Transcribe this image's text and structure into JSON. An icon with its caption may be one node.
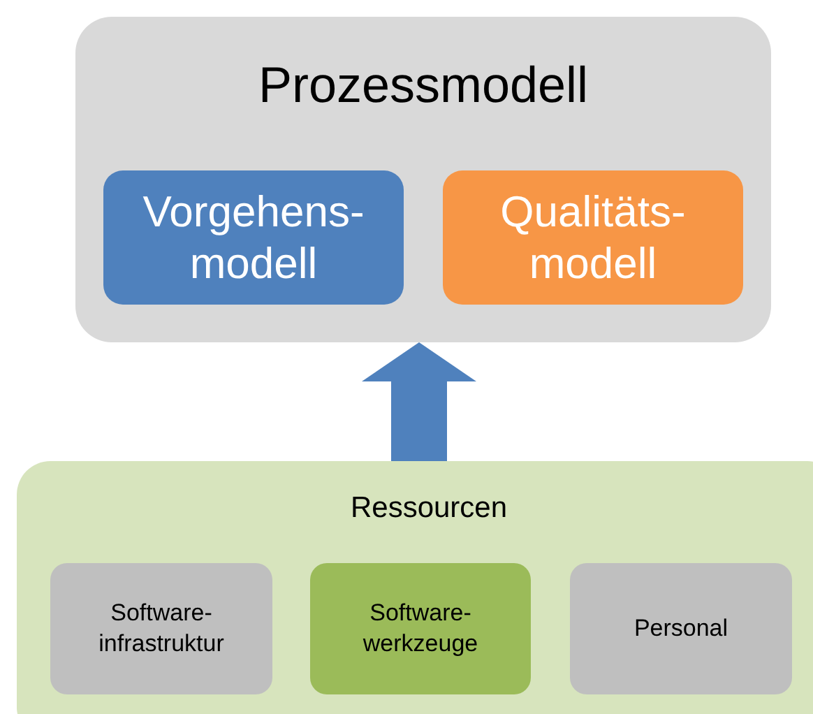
{
  "diagram": {
    "nodes": [
      {
        "text": [
          "Prozessmodell"
        ]
      },
      {
        "text": [
          "Vorgehens- modell"
        ],
        "in": 0
      },
      {
        "text": [
          "Qualitäts- modell"
        ],
        "in": 0
      },
      {
        "text": [
          "Ressourcen"
        ]
      },
      {
        "text": [
          "Software- infrastruktur"
        ],
        "in": 3
      },
      {
        "text": [
          "Software- werkzeuge"
        ],
        "in": 3
      },
      {
        "text": [
          "Personal"
        ],
        "in": 3
      }
    ],
    "edges": [
      {
        "from": 3,
        "to": 0,
        "arrow": "to"
      }
    ]
  }
}
